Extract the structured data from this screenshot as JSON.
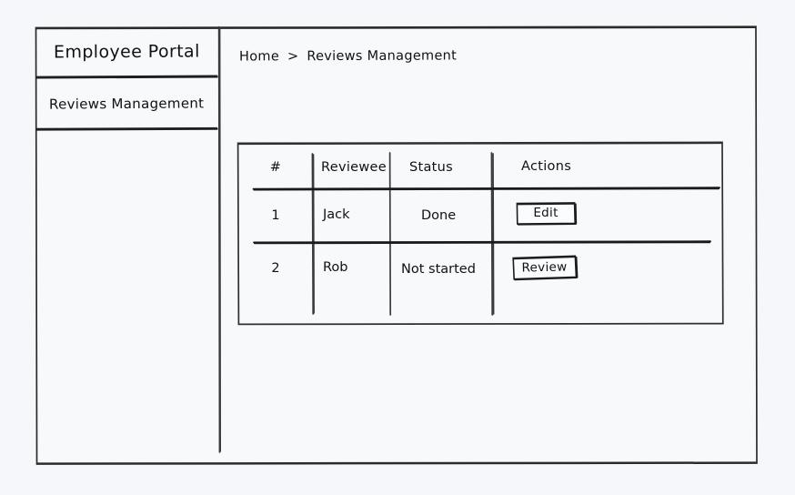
{
  "app": {
    "background_color": "#f5f7fa",
    "canvas_color": "#f7f9fb",
    "ink_color": "#111111"
  },
  "sidebar": {
    "title": "Employee Portal",
    "items": [
      {
        "label": "Reviews Management",
        "active": true
      }
    ]
  },
  "breadcrumb": {
    "items": [
      "Home",
      "Reviews Management"
    ],
    "separator": ">",
    "full_text": "Home > Reviews Management"
  },
  "table": {
    "columns": [
      "#",
      "Reviewee",
      "Status",
      "Actions"
    ],
    "rows": [
      {
        "number": "1",
        "reviewee": "Jack",
        "status": "Done",
        "action_label": "Edit"
      },
      {
        "number": "2",
        "reviewee": "Rob",
        "status": "Not started",
        "action_label": "Review"
      }
    ]
  }
}
